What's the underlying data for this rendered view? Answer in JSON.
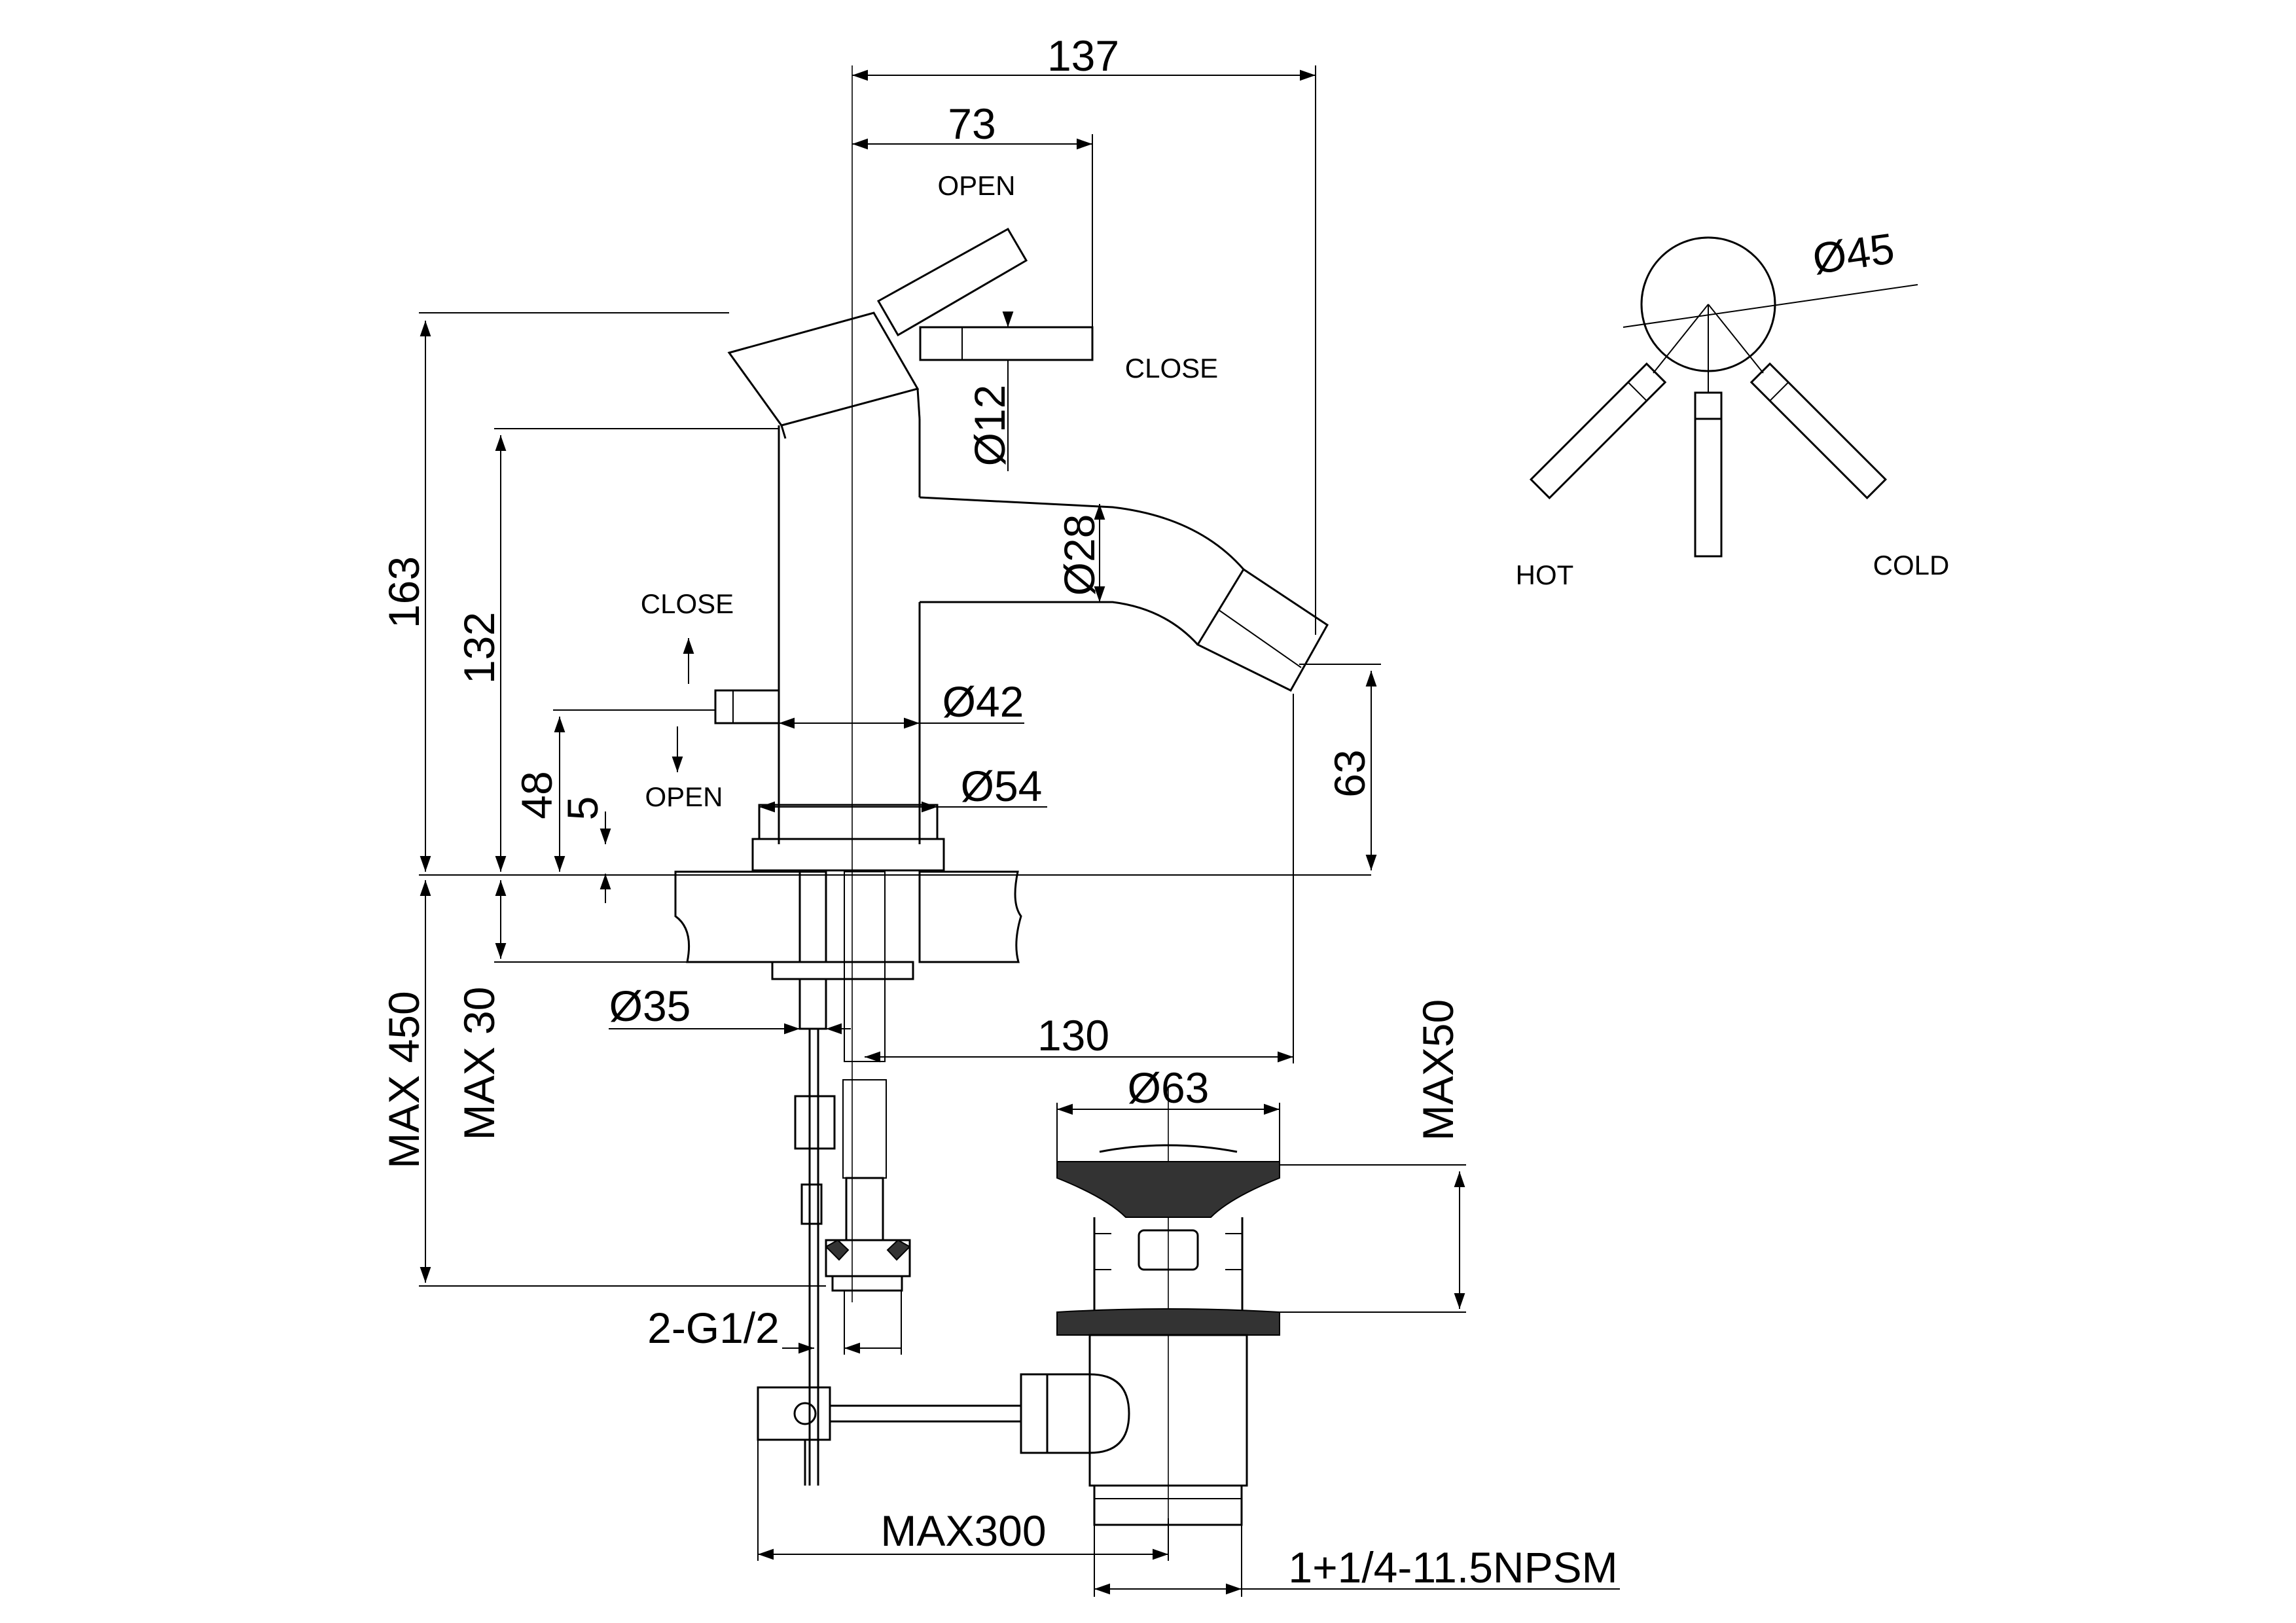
{
  "dimensions": {
    "overall_width": "137",
    "spout_offset": "73",
    "lever_diameter": "Ø12",
    "spout_diameter": "Ø28",
    "body_diameter": "Ø42",
    "base_diameter": "Ø54",
    "shank_diameter": "Ø35",
    "overall_height": "163",
    "spout_height": "132",
    "popup_height": "48",
    "base_height": "5",
    "outlet_height": "63",
    "hose_length": "MAX 450",
    "deck_thickness": "MAX 30",
    "outlet_reach": "130",
    "plug_diameter": "Ø63",
    "plug_lift": "MAX50",
    "connection": "2-G1/2",
    "rod_length": "MAX300",
    "waste_thread": "1+1/4-11.5NPSM",
    "handle_diameter": "Ø45"
  },
  "labels": {
    "lever_open": "OPEN",
    "lever_close": "CLOSE",
    "popup_close": "CLOSE",
    "popup_open": "OPEN",
    "hot": "HOT",
    "cold": "COLD"
  }
}
